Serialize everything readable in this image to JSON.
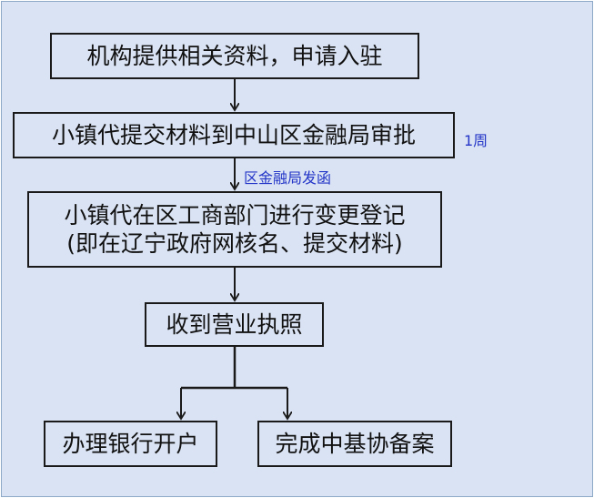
{
  "flow": {
    "step1": "机构提供相关资料，申请入驻",
    "step2": "小镇代提交材料到中山区金融局审批",
    "step2_duration": "1周",
    "step2_to_step3_label": "区金融局发函",
    "step3_line1": "小镇代在区工商部门进行变更登记",
    "step3_line2": "(即在辽宁政府网核名、提交材料)",
    "step4": "收到营业执照",
    "step5a": "办理银行开户",
    "step5b": "完成中基协备案"
  },
  "colors": {
    "background": "#dae3f3",
    "box_border": "#1a1a1a",
    "note_text": "#2436c8"
  }
}
